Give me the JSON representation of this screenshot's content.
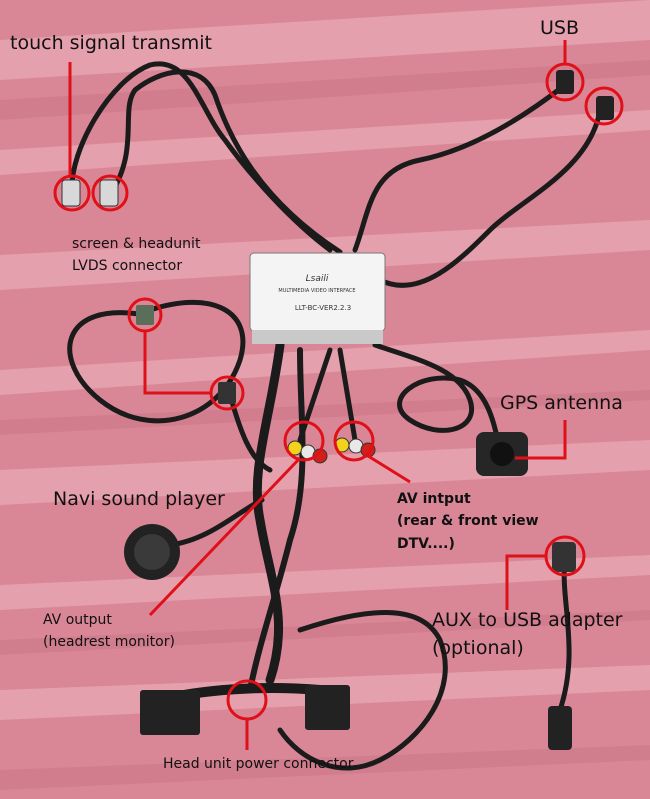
{
  "labels": {
    "touch": "touch signal transmit",
    "usb": "USB",
    "lvds_line1": "screen & headunit",
    "lvds_line2": "LVDS connector",
    "gps": "GPS antenna",
    "navi": "Navi sound player",
    "av_input_line1": "AV intput",
    "av_input_line2": "(rear & front view",
    "av_input_line3": "DTV....)",
    "av_output_line1": "AV output",
    "av_output_line2": "(headrest monitor)",
    "aux_line1": "AUX to USB adapter",
    "aux_line2": "(optional)",
    "power": "Head unit power connector"
  },
  "module": {
    "brand": "Lsaili",
    "title": "MULTIMEDIA VIDEO INTERFACE",
    "model": "LLT-BC-VER2.2.3"
  },
  "colors": {
    "background": "#d98797",
    "stripe": "#e6a5b1",
    "highlight": "#e01018",
    "cable": "#1b1b1b"
  }
}
